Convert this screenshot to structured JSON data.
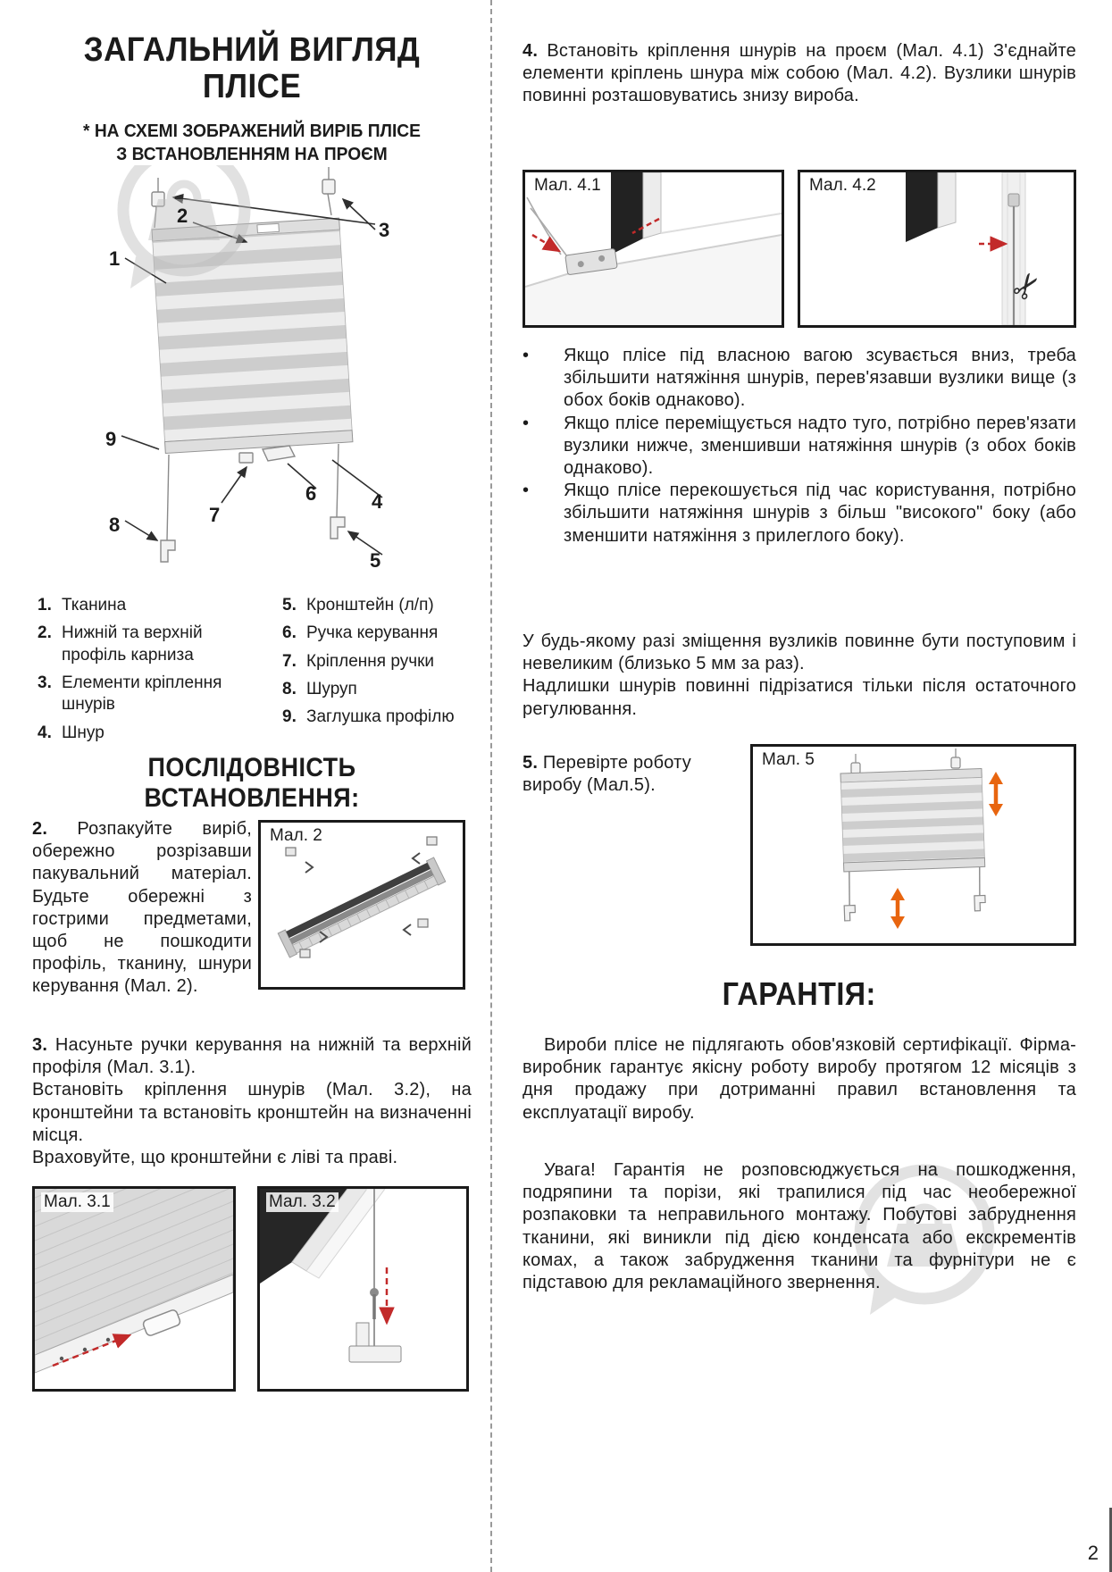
{
  "page": {
    "number": "2"
  },
  "colors": {
    "arrow_red": "#c22a2a",
    "arrow_orange": "#e8650f",
    "watermark_gray": "#bdbdbd"
  },
  "left": {
    "title_line1": "ЗАГАЛЬНИЙ ВИГЛЯД",
    "title_line2": "ПЛІСЕ",
    "subtitle_line1": "* НА СХЕМІ ЗОБРАЖЕНИЙ ВИРІБ ПЛІСЕ",
    "subtitle_line2": "З ВСТАНОВЛЕННЯМ НА ПРОЄМ",
    "diagram_callouts": [
      "1",
      "2",
      "3",
      "4",
      "5",
      "6",
      "7",
      "8",
      "9"
    ],
    "legend_col1": [
      {
        "num": "1.",
        "text": "Тканина"
      },
      {
        "num": "2.",
        "text": "Нижній та верхній профіль карниза"
      },
      {
        "num": "3.",
        "text": "Елементи кріплення шнурів"
      },
      {
        "num": "4.",
        "text": "Шнур"
      }
    ],
    "legend_col2": [
      {
        "num": "5.",
        "text": "Кронштейн (л/п)"
      },
      {
        "num": "6.",
        "text": "Ручка керування"
      },
      {
        "num": "7.",
        "text": "Кріплення ручки"
      },
      {
        "num": "8.",
        "text": "Шуруп"
      },
      {
        "num": "9.",
        "text": "Заглушка профілю"
      }
    ],
    "sequence_heading": "ПОСЛІДОВНІСТЬ ВСТАНОВЛЕННЯ:",
    "step2_num": "2.",
    "step2_text": "Розпакуйте виріб, обережно розрізавши пакувальний матеріал. Будьте обережні з гострими предметами, щоб не пошкодити профіль, тканину, шнури керування (Мал. 2).",
    "fig2_label": "Мал. 2",
    "step3_num": "3.",
    "step3_line1": "Насуньте ручки керування на нижній та верхній профіля (Мал. 3.1).",
    "step3_line2": "Встановіть кріплення шнурів (Мал. 3.2), на кронштейни та встановіть кронштейн на визначенні місця.",
    "step3_line3": "Враховуйте, що кронштейни є ліві та праві.",
    "fig31_label": "Мал. 3.1",
    "fig32_label": "Мал. 3.2"
  },
  "right": {
    "step4_num": "4.",
    "step4_text": "Встановіть кріплення шнурів на проєм (Мал. 4.1) З'єднайте елементи кріплень шнура між собою (Мал. 4.2). Вузлики шнурів повинні розташовуватись знизу вироба.",
    "fig41_label": "Мал. 4.1",
    "fig42_label": "Мал. 4.2",
    "bullet_char": "•",
    "bullets": [
      "Якщо плісе під власною вагою зсувається вниз, треба збільшити натяжіння шнурів, перев'язавши вузлики вище (з обох боків однаково).",
      "Якщо плісе переміщується надто туго, потрібно перев'язати вузлики нижче, зменшивши натяжіння шнурів (з обох боків однаково).",
      "Якщо плісе перекошується під час користування, потрібно збільшити натяжіння шнурів з більш \"високого\" боку (або зменшити натяжіння з прилеглого боку)."
    ],
    "note_line1": "У будь-якому разі зміщення вузликів повинне бути поступовим і невеликим (близько 5 мм за раз).",
    "note_line2": "Надлишки шнурів повинні підрізатися тільки після остаточного регулювання.",
    "step5_num": "5.",
    "step5_text": "Перевірте роботу виробу (Мал.5).",
    "fig5_label": "Мал. 5",
    "warranty_heading": "ГАРАНТІЯ:",
    "warranty_p1": "Вироби плісе не підлягають обов'язковій сертифікації. Фірма-виробник гарантує якісну роботу виробу протягом 12 місяців з дня продажу при дотриманні правил встановлення та експлуатації виробу.",
    "warranty_p2": "Увага! Гарантія не розповсюджується на пошкодження, подряпини та порізи, які трапилися під час необережної розпаковки та неправильного монтажу. Побутові забруднення тканини, які виникли під дією конденсата або екскрементів комах, а також забрудження тканини та фурнітури не є підставою для рекламаційного звернення."
  }
}
